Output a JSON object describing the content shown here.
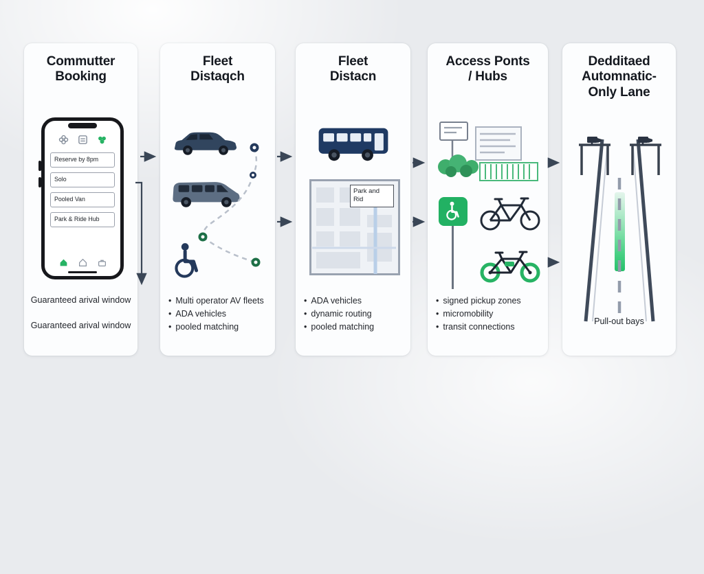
{
  "bullet_char": "•",
  "colors": {
    "background": "#e9ebee",
    "card": "#fcfdfe",
    "navy": "#24395b",
    "steel": "#5d6e83",
    "green": "#27b364",
    "arrow": "#3a4656",
    "title_text": "#14181f",
    "body_text": "#23262c"
  },
  "columns": [
    {
      "id": "commuter-booking",
      "title_lines": [
        "Commutter",
        "Booking"
      ],
      "phone": {
        "options": [
          "Reserve by 8pm",
          "Solo",
          "Pooled Van",
          "Park & Ride Hub"
        ]
      },
      "notes": [
        "Guaranteed arival window",
        "Guaranteed arival window"
      ]
    },
    {
      "id": "fleet-dispatch-1",
      "title_lines": [
        "Fleet",
        "Distaqch"
      ],
      "bullets": [
        "Multi operator AV fleets",
        "ADA vehicles",
        "pooled matching"
      ]
    },
    {
      "id": "fleet-dispatch-2",
      "title_lines": [
        "Fleet",
        "Distacn"
      ],
      "map_label_lines": [
        "Park and",
        "Rid"
      ],
      "bullets": [
        "ADA vehicles",
        "dynamic routing",
        "pooled matching"
      ]
    },
    {
      "id": "access-points-hubs",
      "title_lines": [
        "Access Ponts",
        "/ Hubs"
      ],
      "bullets": [
        "signed pickup zones",
        "micromobility",
        "transit connections"
      ]
    },
    {
      "id": "dedicated-av-only-lane",
      "title_lines": [
        "Dedditaed",
        "Automnatic-",
        "Only Lane"
      ],
      "note": "Pull-out bays"
    }
  ]
}
